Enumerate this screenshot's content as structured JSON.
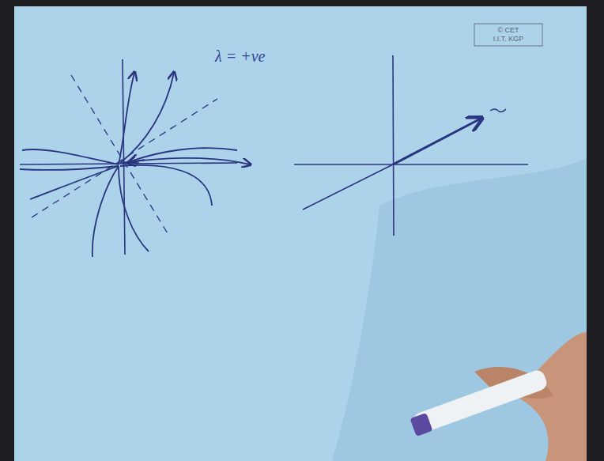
{
  "diagram": {
    "labels": [
      "λ = +ve",
      "© CET",
      "I.I.T. KGP"
    ]
  }
}
